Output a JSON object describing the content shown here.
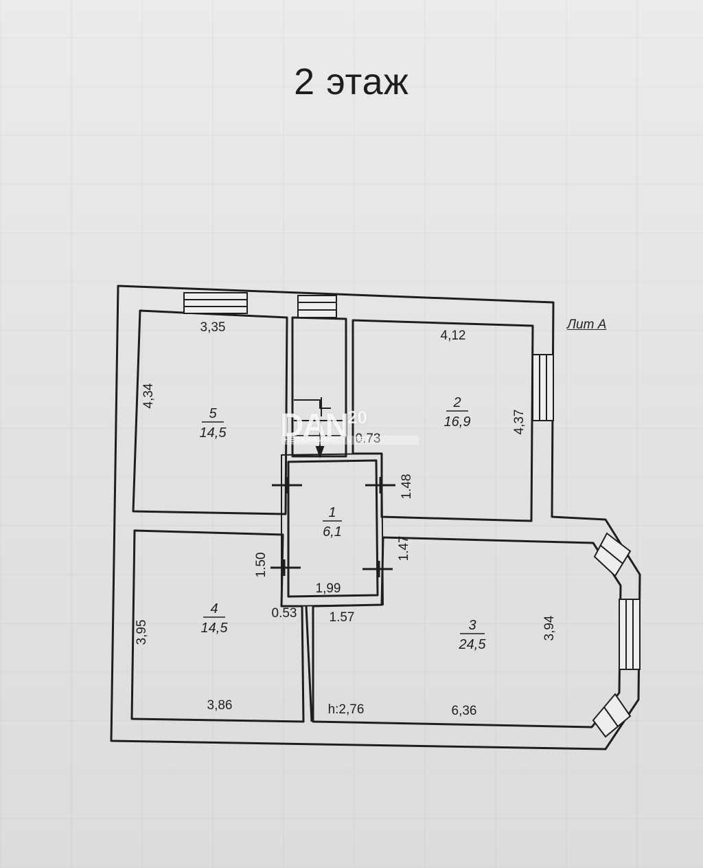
{
  "title": "2 этаж",
  "lit": "Лит А",
  "rooms": [
    {
      "num": "5",
      "area": "14,5"
    },
    {
      "num": "2",
      "area": "16,9"
    },
    {
      "num": "1",
      "area": "6,1"
    },
    {
      "num": "4",
      "area": "14,5"
    },
    {
      "num": "3",
      "area": "24,5"
    }
  ],
  "dimensions": {
    "r5_top": "3,35",
    "r5_left": "4,34",
    "r2_top": "4,12",
    "r2_right": "4,37",
    "stair_width": "0.73",
    "r1_right_top": "1.48",
    "r1_left": "1.50",
    "r1_right_bottom": "1.47",
    "r1_bottom": "1,99",
    "r4_left": "3,95",
    "r4_bottom": "3,86",
    "corridor_width": "0.53",
    "r3_top_left": "1.57",
    "height": "h:2,76",
    "r3_bottom": "6,36",
    "r3_right": "3,94"
  },
  "watermark": {
    "text": "DAN",
    "number": "20",
    "subtitle": "НЕДВИЖИМОСТЬ ЛЕТ"
  }
}
